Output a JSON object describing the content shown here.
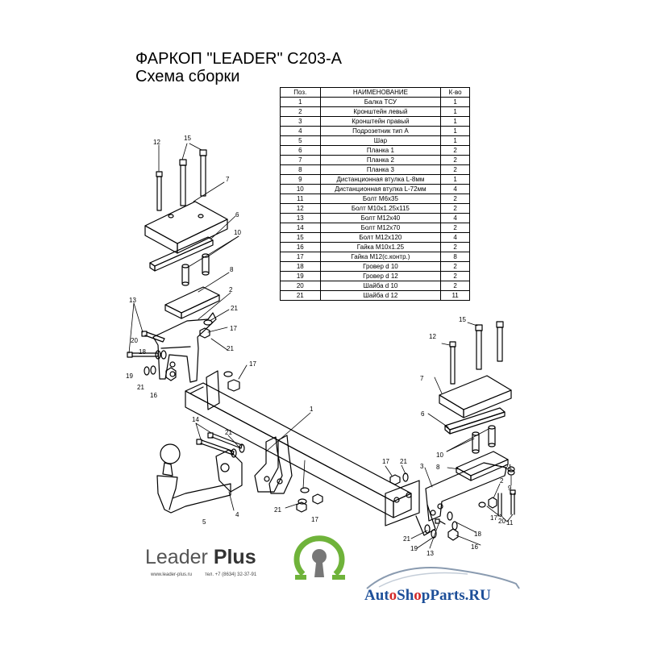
{
  "title": "ФАРКОП \"LEADER\" C203-A",
  "subtitle": "Схема сборки",
  "table": {
    "headers": [
      "Поз.",
      "НАИМЕНОВАНИЕ",
      "К-во"
    ],
    "rows": [
      [
        "1",
        "Балка ТСУ",
        "1"
      ],
      [
        "2",
        "Кронштейн левый",
        "1"
      ],
      [
        "3",
        "Кронштейн правый",
        "1"
      ],
      [
        "4",
        "Подрозетник тип А",
        "1"
      ],
      [
        "5",
        "Шар",
        "1"
      ],
      [
        "6",
        "Планка 1",
        "2"
      ],
      [
        "7",
        "Планка 2",
        "2"
      ],
      [
        "8",
        "Планка 3",
        "2"
      ],
      [
        "9",
        "Дистанционная втулка L-8мм",
        "1"
      ],
      [
        "10",
        "Дистанционная втулка L-72мм",
        "4"
      ],
      [
        "11",
        "Болт М6х35",
        "2"
      ],
      [
        "12",
        "Болт М10х1.25х115",
        "2"
      ],
      [
        "13",
        "Болт М12х40",
        "4"
      ],
      [
        "14",
        "Болт М12х70",
        "2"
      ],
      [
        "15",
        "Болт М12х120",
        "4"
      ],
      [
        "16",
        "Гайка М10х1.25",
        "2"
      ],
      [
        "17",
        "Гайка М12(с.контр.)",
        "8"
      ],
      [
        "18",
        "Гровер d 10",
        "2"
      ],
      [
        "19",
        "Гровер d 12",
        "2"
      ],
      [
        "20",
        "Шайба d 10",
        "2"
      ],
      [
        "21",
        "Шайба d 12",
        "11"
      ]
    ]
  },
  "callouts": {
    "c12a": "12",
    "c15a": "15",
    "c7a": "7",
    "c6a": "6",
    "c10a": "10",
    "c8a": "8",
    "c2": "2",
    "c13a": "13",
    "c20a": "20",
    "c18a": "18",
    "c19a": "19",
    "c21a": "21",
    "c16a": "16",
    "c21b": "21",
    "c17a": "17",
    "c21c": "21",
    "c17b": "17",
    "c1": "1",
    "c14": "14",
    "c21d": "21",
    "c5": "5",
    "c4": "4",
    "c21e": "21",
    "c17c": "17",
    "c17d": "17",
    "c21f": "21",
    "c3": "3",
    "c15b": "15",
    "c12b": "12",
    "c7b": "7",
    "c6b": "6",
    "c10b": "10",
    "c8b": "8",
    "c9": "9",
    "c21g": "21",
    "c2b": "2",
    "c20b": "20",
    "c17e": "17",
    "c11": "11",
    "c18b": "18",
    "c21h": "21",
    "c19b": "19",
    "c13b": "13",
    "c16b": "16"
  },
  "logo": {
    "brand": "Leader",
    "brand_bold": "Plus",
    "url": "www.leader-plus.ru",
    "phone": "тел. +7 (8634) 32-37-91"
  },
  "watermark": "AutoShopParts.RU",
  "colors": {
    "line": "#000000",
    "logo_green": "#6fb33a",
    "logo_grey": "#777777",
    "watermark_blue": "#1d4f99",
    "watermark_red": "#d32a2a"
  }
}
